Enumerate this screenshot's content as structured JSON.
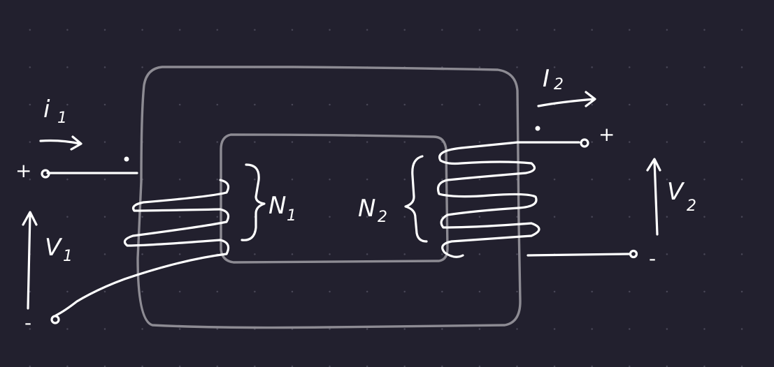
{
  "diagram": {
    "primary": {
      "current": {
        "symbol": "i",
        "subscript": "1"
      },
      "voltage": {
        "symbol": "V",
        "subscript": "1"
      },
      "turns": {
        "symbol": "N",
        "subscript": "1"
      },
      "plus": "+",
      "minus": "-"
    },
    "secondary": {
      "current": {
        "symbol": "I",
        "subscript": "2"
      },
      "voltage": {
        "symbol": "V",
        "subscript": "2"
      },
      "turns": {
        "symbol": "N",
        "subscript": "2"
      },
      "plus": "+",
      "minus": "-"
    }
  },
  "colors": {
    "background": "#22202e",
    "ink": "#ffffff",
    "core": "#8d8b93",
    "grid_dots": "#4a4858"
  }
}
